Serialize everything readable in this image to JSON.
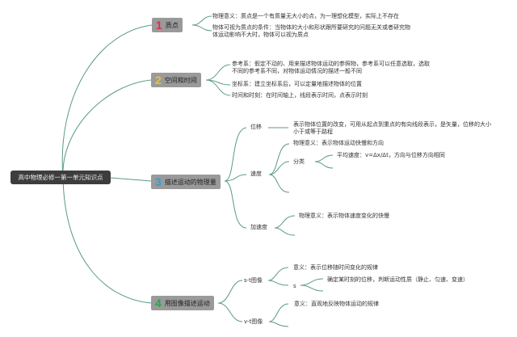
{
  "root": "高中物理必修一第一单元知识点",
  "colors": {
    "line": "#5a9a86",
    "n1": "#d9304a",
    "n2": "#e8c233",
    "n3": "#2aa0dc",
    "n4": "#22a846"
  },
  "branches": [
    {
      "num": "1",
      "label": "质点",
      "items": [
        "物理意义：质点是一个有质量无大小的点，为一理想化模型，实际上不存在",
        "物体可视为质点的条件：当物体的大小和形状跟所要研究的问题无关或者研究物体运动影响不大时，物体可以视为质点"
      ]
    },
    {
      "num": "2",
      "label": "空间和时间",
      "items": [
        "参考系：假定不动的、用来描述物体运动的参照物，参考系可以任意选取，选取不同的参考系不同，对物体运动情况的描述一般不同",
        "坐标系：建立坐标系后，可以定量地描述物体的位置",
        "时间和时刻：在时间轴上，线段表示时间，点表示时刻"
      ]
    },
    {
      "num": "3",
      "label": "描述运动的物理量",
      "displacement": {
        "label": "位移",
        "text": "表示物体位置的改变，可用从起点到重点的有向线段表示，是矢量，位移的大小小于或等于路程"
      },
      "velocity": {
        "label": "速度",
        "meaning": "物理意义：表示物体运动快慢和方向",
        "category": "分类",
        "average": "平均速度：v=Δx/Δt，方向与位移方向相同"
      },
      "acceleration": {
        "label": "加速度",
        "meaning": "物理意义：表示物体速度变化的快慢"
      }
    },
    {
      "num": "4",
      "label": "用图像描述运动",
      "st": {
        "label": "s-t图像",
        "meaning": "意义：表示位移随时间变化的规律",
        "s": "s",
        "use": "确定某时刻的位移，判断运动性质（静止、匀速、变速）"
      },
      "vt": {
        "label": "v-t图像",
        "meaning": "意义：直观地反映物体运动的规律"
      }
    }
  ]
}
